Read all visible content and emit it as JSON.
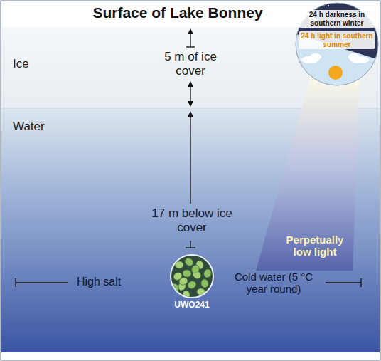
{
  "diagram": {
    "title": "Surface of Lake Bonney",
    "nodes": [
      {
        "text": [
          "Ice",
          "5 m of ice cover"
        ]
      },
      {
        "text": [
          "Water",
          "17 m below ice cover",
          "High salt",
          "Cold water (5 °C year round)",
          "Perpetually low light"
        ]
      },
      {
        "text": [
          "UWO241"
        ],
        "in": 1
      },
      {
        "text": [
          "24 h darkness in southern winter",
          "24 h light in southern summer"
        ]
      }
    ]
  }
}
